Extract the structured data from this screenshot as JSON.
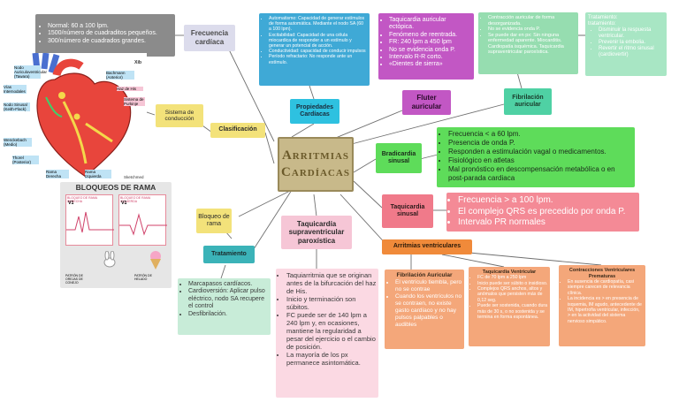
{
  "center": {
    "line1": "Arritmias",
    "line2": "Cardíacas"
  },
  "freq": {
    "title": "Frecuencia cardíaca",
    "items": [
      "Normal: 60 a 100 lpm.",
      "1500/número de cuadraditos pequeños.",
      "300/número de cuadrados grandes."
    ]
  },
  "props": {
    "title": "Propiedades Cardíacas",
    "items": [
      "Automatismo: Capacidad de generar estímulos de forma automática. Mediante el nodo SA (60 a 100 lpm).",
      "Excitabilidad: Capacidad de una célula miocardica de responder a un estímulo y generar un potencial de acción.",
      "Conductividad: capacidad de conducir impulsos",
      "Período refractario: No responde ante un estímulo."
    ]
  },
  "flutter": {
    "title": "Fluter auricular",
    "items": [
      "Taquicardia auricular ectópica.",
      "Fenómeno de reentrada.",
      "FR: 240 lpm a 450 lpm",
      "No se evidencia onda P.",
      "Intervalo R-R corto.",
      "«Dientes de sierra»"
    ]
  },
  "fib_auric": {
    "title": "Fibrilación auricular",
    "items": [
      "Contracción auricular de forma desorganizada.",
      "No se evidencia onda P.",
      "Se puede dar en px: Sin ninguna enfermedad aparente. Miocarditis. Cardiopatía isquémica. Taquicardia supraventricular paroxística."
    ]
  },
  "tratamiento_fa": {
    "header": "Tratamiento:",
    "sub": "tratamiento:",
    "items": [
      "Disminuir la respuesta ventricular.",
      "Prevenir la embolia.",
      "Revertir el ritmo sinusal (cardiovertir)"
    ]
  },
  "clasificacion": {
    "title": "Clasificación"
  },
  "sistema": {
    "title": "Sistema de conducción"
  },
  "heart_labels": {
    "brand": "Xib",
    "nodo_ap": "Nodo Auriculoventricular (Tawara)",
    "vias": "Vías Internodales",
    "nodo_sinusal": "Nodo Sinusal (Keith-Flack)",
    "bachmann": "Bachmann (Anterior)",
    "haz": "Haz de His",
    "sistema_purkinje": "Sistema de Purkinje",
    "wenckebach": "Wenckebach (Medio)",
    "thorel": "Thorel (Posterior)",
    "rama_der": "Rama Derecha",
    "rama_izq": "Rama Izquierda",
    "sketchmed": "Sketchmed"
  },
  "bloqueos": {
    "title": "BLOQUEOS DE RAMA",
    "left_panel": "BLOQUEO DE RAMA DERECHA",
    "right_panel": "BLOQUEO DE RAMA IZQUIERDA",
    "lead": "V1",
    "caption_left": "PATRÓN DE OREJAS DE CONEJO",
    "caption_right": "PATRÓN DE HELADO"
  },
  "bloqueo_rama": {
    "title": "Bloqueo de rama"
  },
  "tratamiento": {
    "title": "Tratamiento",
    "items": [
      "Marcapasos cardíacos.",
      "Cardioversión: Aplicar pulso eléctrico, nodo SA recupere el control",
      "Desfibrilación."
    ]
  },
  "tsvp": {
    "title": "Taquicardía supraventricular paroxística",
    "items": [
      "Taquiarritmia que se originan antes de la bifurcación del haz de His.",
      "Inicio y terminación son súbitos.",
      "FC puede ser de 140 lpm a 240 lpm y, en ocasiones, mantiene la regularidad a pesar del ejercicio o el cambio de posición.",
      "La mayoría de los px permanece asintomática."
    ]
  },
  "bradicardia": {
    "title": "Bradicardia sinusal",
    "items": [
      "Frecuencia < a 60 lpm.",
      "Presencia de onda P.",
      "Responden a estimulación vagal o medicamentos.",
      "Fisiológico en atletas",
      "Mal pronóstico en descompensación metabólica o en post-parada cardiaca"
    ]
  },
  "taquicardia": {
    "title": "Taquicardia sinusal",
    "items": [
      "Frecuencia > a 100 lpm.",
      "El complejo QRS es precedido por onda P.",
      "Intervalo PR normales"
    ]
  },
  "ventriculares": {
    "title": "Arritmias ventriculares",
    "fib": {
      "title": "Fibrilación Auricular",
      "items": [
        "El ventrículo tiembla, pero no se contrae",
        "Cuando los ventrículos no se contraen, no existe gasto cardíaco y no hay pulsos palpables o audibles"
      ]
    },
    "tv": {
      "title": "Taquicardia Ventricular",
      "items": [
        "FC de 70 lpm a 250 lpm",
        "Inicio puede ser súbito o insidioso.",
        "Complejos QRS anchos, altos y anómalos que persisten más de 0,12 seg.",
        "Puede ser sostenida, cuando dura más de 30 s, o no sostenida y se termina en forma espontánea."
      ]
    },
    "cvp": {
      "title": "Contracciones Ventriculares Prematuras",
      "items": [
        "En ausencia de cardiopatía, casi siempre carecen de relevancia clínica.",
        "La incidencia es > en presencia de isquemia, IM agudo, antecedente de IM, hipertrofia ventricular, infección, > en la actividad del sistema nervioso simpático."
      ]
    }
  },
  "colors": {
    "center_bg": "#c8b98a",
    "center_text": "#6b5a2a",
    "gray": "#8b8b8b",
    "blue": "#3fa9d6",
    "magenta": "#c257c4",
    "green": "#78d7a6",
    "bright_green": "#5edc5a",
    "pink": "#f07a8a",
    "orange": "#f08a3a",
    "salmon": "#f4a77a"
  }
}
